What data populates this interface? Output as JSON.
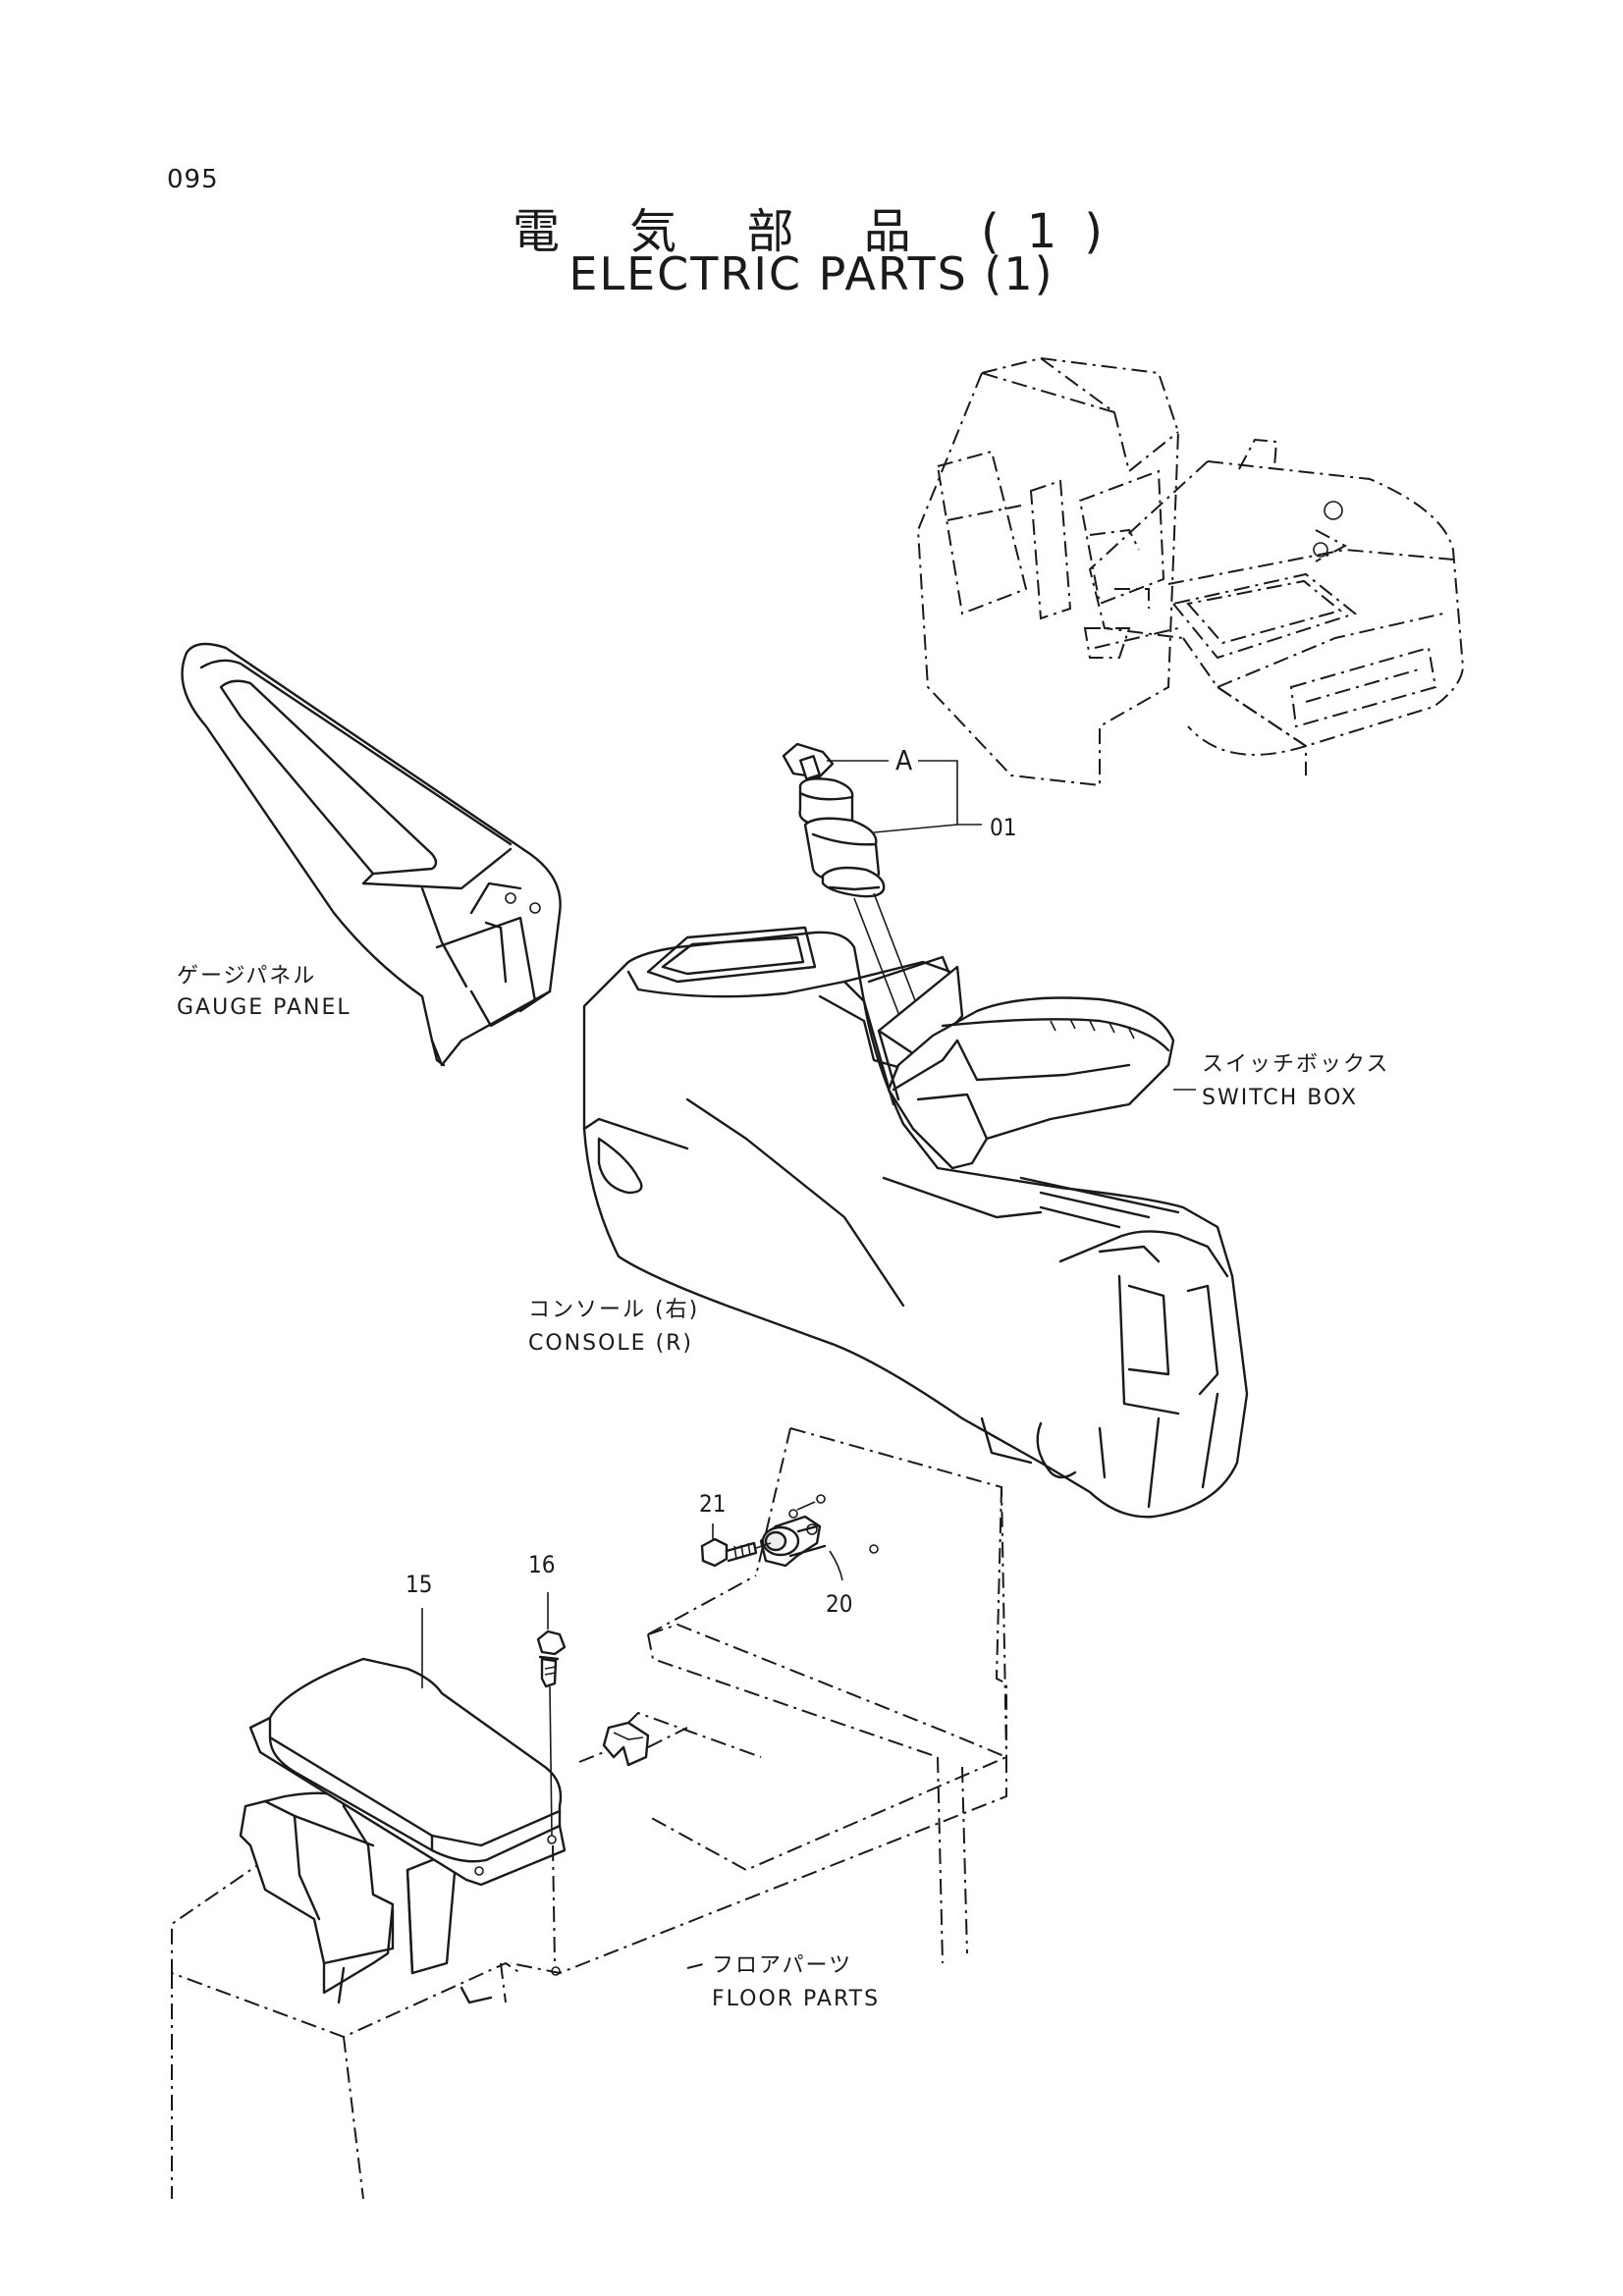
{
  "page": {
    "number": "095",
    "title_jp": "電 気 部 品 (1)",
    "title_en": "ELECTRIC PARTS (1)"
  },
  "callouts": {
    "ref_a": "A",
    "p01": "01",
    "p15": "15",
    "p16": "16",
    "p20": "20",
    "p21": "21"
  },
  "components": {
    "gauge_panel": {
      "jp": "ゲージパネル",
      "en": "GAUGE PANEL"
    },
    "switch_box": {
      "jp": "スイッチボックス",
      "en": "SWITCH BOX"
    },
    "console_r": {
      "jp": "コンソール (右)",
      "en": "CONSOLE (R)"
    },
    "floor_parts": {
      "jp": "フロアパーツ",
      "en": "FLOOR PARTS"
    }
  }
}
